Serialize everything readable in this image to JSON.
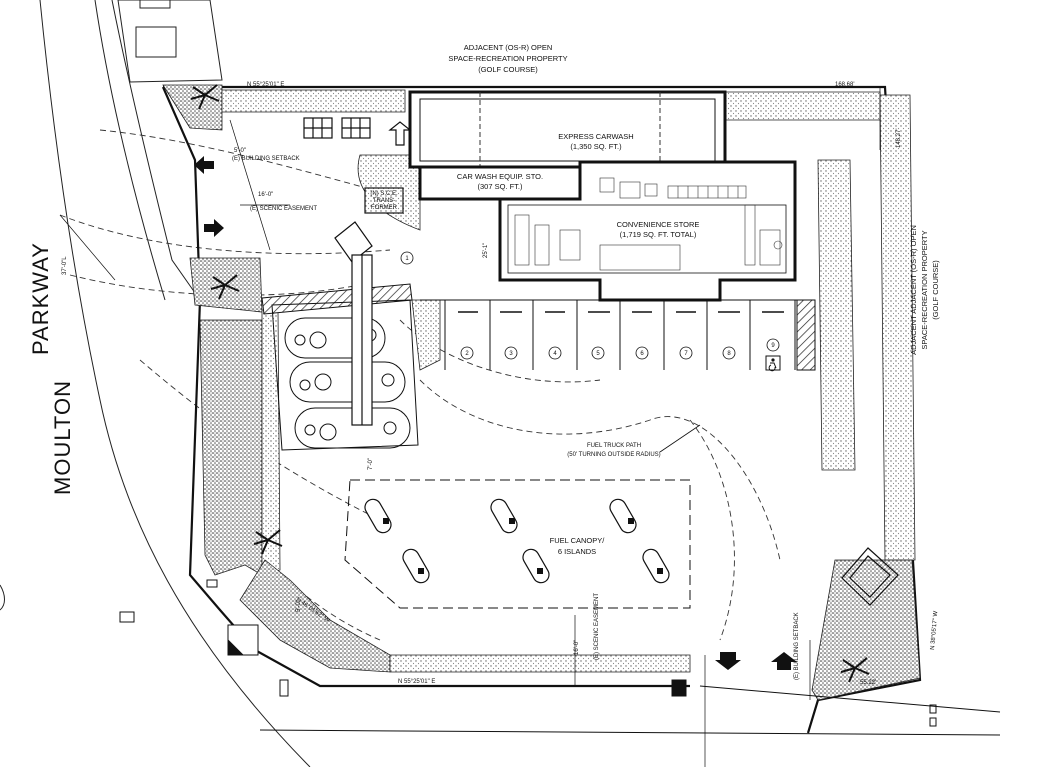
{
  "street": {
    "word1": "MOULTON",
    "word2": "PARKWAY"
  },
  "adjacent_top": [
    "ADJACENT (OS-R) OPEN",
    "SPACE-RECREATION PROPERTY",
    "(GOLF COURSE)"
  ],
  "adjacent_right": [
    "ADJACENT ADJACENT (OS-R) OPEN",
    "SPACE-RECREATION PROPERTY",
    "(GOLF COURSE)"
  ],
  "buildings": {
    "carwash": {
      "name": "EXPRESS CARWASH",
      "area": "(1,350 SQ. FT.)"
    },
    "equip": {
      "name": "CAR WASH EQUIP. STO.",
      "area": "(307 SQ. FT.)"
    },
    "store": {
      "name": "CONVENIENCE STORE",
      "area": "(1,719 SQ. FT. TOTAL)"
    },
    "transformer": [
      "(N) S.C.E.",
      "TRANS-",
      "FORMER"
    ]
  },
  "canopy": {
    "name": "FUEL CANOPY/",
    "islands": "6 ISLANDS"
  },
  "truck_path": {
    "line1": "FUEL TRUCK PATH",
    "line2": "(50' TURNING OUTSIDE RADIUS)"
  },
  "bearings": {
    "top_left": "N 55°25'01\" E",
    "bottom": "N 55°25'01\" E",
    "right": "N 38°05'17\" W",
    "left_diag": "N 46°01'62\" W"
  },
  "dimensions": {
    "top_right": "168.68'",
    "right_side": "148.27'",
    "bottom_right": "55.22'",
    "setback_5": "5'-0\"",
    "setback_label": "(E) BUILDING SETBACK",
    "scenic_16": "16'-0\"",
    "scenic_label": "(E) SCENIC EASEMENT",
    "bottom_16": "16'-0\"",
    "bottom_scenic": "(E) SCENIC EASEMENT",
    "row_left": "37'-0\"L",
    "drive_w": "25'-1\"",
    "side_left": "5'-0\"",
    "setback_bottom": "(E) BUILDING SETBACK",
    "dim_7": "7'-0\""
  },
  "stalls": [
    "1",
    "2",
    "3",
    "4",
    "5",
    "6",
    "7",
    "8",
    "9"
  ],
  "colors": {
    "line": "#111111",
    "stipple": "#555555",
    "hatch": "#222222"
  },
  "icons": [
    "accessible-icon",
    "palm-tree-icon",
    "traffic-arrow-icon",
    "fuel-pump-icon"
  ]
}
